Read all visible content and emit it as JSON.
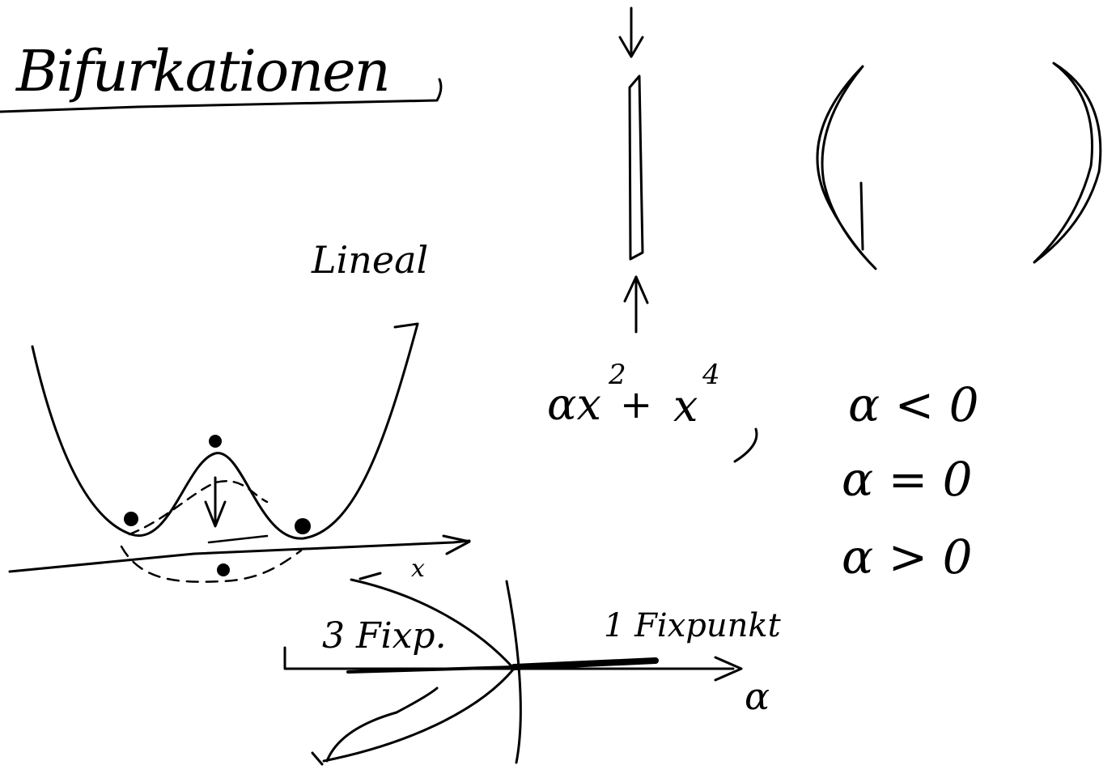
{
  "title": "Bifurkationen",
  "labels": {
    "linear": "Lineal",
    "x_axis": "x",
    "three_fixpoints": "3 Fixp.",
    "one_fixpoint": "1 Fixpunkt",
    "alpha_axis": "α"
  },
  "formula": {
    "lead": "αx",
    "exp2": "2",
    "plus": "+",
    "term": "x",
    "exp4": "4"
  },
  "conditions": [
    "α < 0",
    "α = 0",
    "α > 0"
  ]
}
